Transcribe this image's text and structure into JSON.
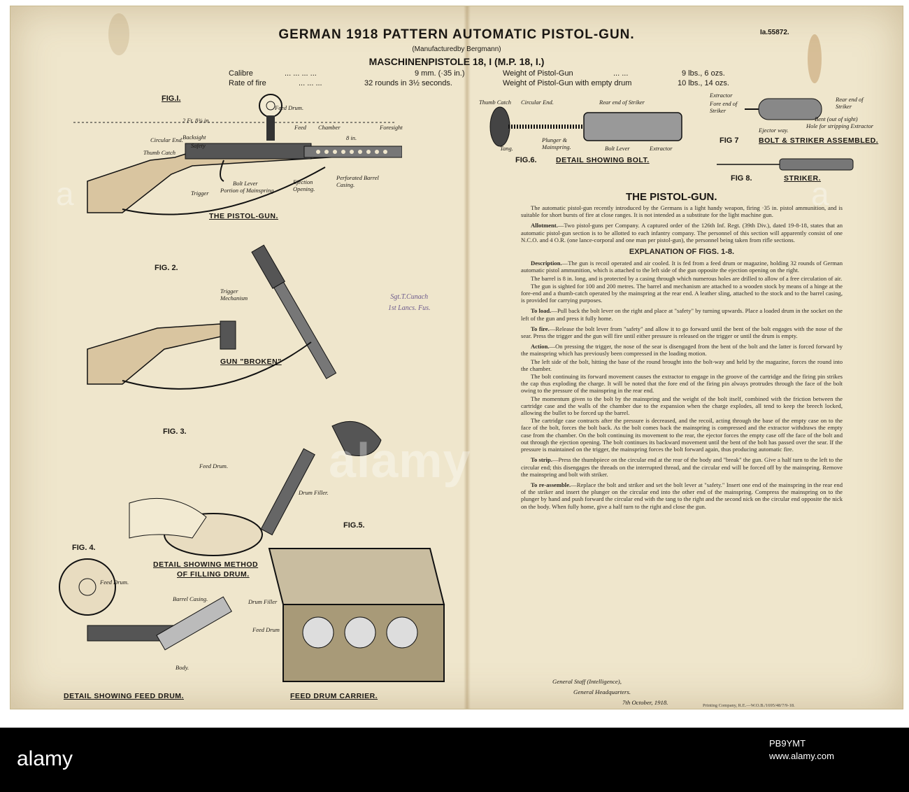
{
  "header": {
    "title": "GERMAN 1918 PATTERN AUTOMATIC PISTOL-GUN.",
    "ref": "Ia.55872.",
    "manufacturer": "(Manufacturedby Bergmann)",
    "model": "MASCHINENPISTOLE 18, I (M.P. 18, I.)",
    "specs": [
      {
        "label": "Calibre",
        "dots": "...  ...  ...  ...",
        "value": "9 mm. (·35 in.)"
      },
      {
        "label": "Rate of fire",
        "dots": "...  ...  ...",
        "value": "32 rounds in 3½ seconds."
      },
      {
        "label": "Weight of Pistol-Gun",
        "dots": "...  ...",
        "value": "9 lbs., 6 ozs."
      },
      {
        "label": "Weight of Pistol-Gun with empty drum",
        "dots": "",
        "value": "10 lbs., 14 ozs."
      }
    ]
  },
  "figures": {
    "fig1": {
      "label": "FIG.I.",
      "caption": "THE PISTOL-GUN.",
      "parts": [
        "Feed Drum.",
        "2 Ft. 8¾ in.",
        "Backsight",
        "Safety",
        "Circular End.",
        "Feed",
        "Chamber",
        "8 in.",
        "Foresight",
        "Thumb Catch",
        "Bolt Lever",
        "Portion of Mainspring",
        "Ejection Opening.",
        "Perforated Barrel Casing.",
        "Trigger"
      ]
    },
    "fig2": {
      "label": "FIG. 2.",
      "caption": "GUN \"BROKEN\"",
      "parts": [
        "Trigger Mechanism"
      ]
    },
    "fig3": {
      "label": "FIG. 3.",
      "caption_line1": "DETAIL SHOWING METHOD",
      "caption_line2": "OF FILLING DRUM.",
      "parts": [
        "Feed Drum.",
        "Drum Filler."
      ]
    },
    "fig4": {
      "label": "FIG. 4.",
      "caption": "DETAIL SHOWING FEED DRUM.",
      "parts": [
        "Feed Drum.",
        "Barrel Casing.",
        "Body."
      ]
    },
    "fig5": {
      "label": "FIG.5.",
      "caption": "FEED DRUM CARRIER.",
      "parts": [
        "Drum Filler",
        "Feed Drum"
      ]
    },
    "fig6": {
      "label": "FIG.6.",
      "caption": "DETAIL SHOWING BOLT.",
      "parts": [
        "Thumb Catch",
        "Circular End.",
        "Rear end of Striker",
        "Plunger & Mainspring.",
        "Tang.",
        "Bolt Lever",
        "Extractor"
      ]
    },
    "fig7": {
      "label": "FIG 7",
      "caption": "BOLT & STRIKER ASSEMBLED.",
      "parts": [
        "Extractor",
        "Fore end of Striker",
        "Ejector way.",
        "Rear end of Striker",
        "Bent (out of sight)",
        "Hole for stripping Extractor"
      ]
    },
    "fig8": {
      "label": "FIG 8.",
      "caption": "STRIKER."
    }
  },
  "stamp": {
    "line1": "Sgt.T.Cunach",
    "line2": "1st Lancs. Fus."
  },
  "body": {
    "title": "THE PISTOL-GUN.",
    "intro": "The automatic pistol-gun recently introduced by the Germans is a light handy weapon, firing ·35 in. pistol ammunition, and is suitable for short bursts of fire at close ranges. It is not intended as a substitute for the light machine gun.",
    "allotment_lead": "Allotment.",
    "allotment": "—Two pistol-guns per Company. A captured order of the 126th Inf. Regt. (39th Div.), dated 19-8-18, states that an automatic pistol-gun section is to be allotted to each infantry company. The personnel of this section will apparently consist of one N.C.O. and 4 O.R. (one lance-corporal and one man per pistol-gun), the personnel being taken from rifle sections.",
    "explanation_heading": "EXPLANATION OF FIGS. 1-8.",
    "description_lead": "Description.",
    "description": "—The gun is recoil operated and air cooled. It is fed from a feed drum or magazine, holding 32 rounds of German automatic pistol ammunition, which is attached to the left side of the gun opposite the ejection opening on the right.",
    "description_2": "The barrel is 8 in. long, and is protected by a casing through which numerous holes are drilled to allow of a free circulation of air.",
    "description_3": "The gun is sighted for 100 and 200 metres. The barrel and mechanism are attached to a wooden stock by means of a hinge at the fore-end and a thumb-catch operated by the mainspring at the rear end. A leather sling, attached to the stock and to the barrel casing, is provided for carrying purposes.",
    "load_lead": "To load.",
    "load": "—Pull back the bolt lever on the right and place at \"safety\" by turning upwards. Place a loaded drum in the socket on the left of the gun and press it fully home.",
    "fire_lead": "To fire.",
    "fire": "—Release the bolt lever from \"safety\" and allow it to go forward until the bent of the bolt engages with the nose of the sear. Press the trigger and the gun will fire until either pressure is released on the trigger or until the drum is empty.",
    "action_lead": "Action.",
    "action": "—On pressing the trigger, the nose of the sear is disengaged from the bent of the bolt and the latter is forced forward by the mainspring which has previously been compressed in the loading motion.",
    "action_2": "The left side of the bolt, hitting the base of the round brought into the bolt-way and held by the magazine, forces the round into the chamber.",
    "action_3": "The bolt continuing its forward movement causes the extractor to engage in the groove of the cartridge and the firing pin strikes the cap thus exploding the charge. It will be noted that the fore end of the firing pin always protrudes through the face of the bolt owing to the pressure of the mainspring in the rear end.",
    "action_4": "The momentum given to the bolt by the mainspring and the weight of the bolt itself, combined with the friction between the cartridge case and the walls of the chamber due to the expansion when the charge explodes, all tend to keep the breech locked, allowing the bullet to be forced up the barrel.",
    "action_5": "The cartridge case contracts after the pressure is decreased, and the recoil, acting through the base of the empty case on to the face of the bolt, forces the bolt back. As the bolt comes back the mainspring is compressed and the extractor withdraws the empty case from the chamber. On the bolt continuing its movement to the rear, the ejector forces the empty case off the face of the bolt and out through the ejection opening. The bolt continues its backward movement until the bent of the bolt has passed over the sear. If the pressure is maintained on the trigger, the mainspring forces the bolt forward again, thus producing automatic fire.",
    "strip_lead": "To strip.",
    "strip": "—Press the thumbpiece on the circular end at the rear of the body and \"break\" the gun. Give a half turn to the left to the circular end; this disengages the threads on the interrupted thread, and the circular end will be forced off by the mainspring. Remove the mainspring and bolt with striker.",
    "reassemble_lead": "To re-assemble.",
    "reassemble": "—Replace the bolt and striker and set the bolt lever at \"safety.\" Insert one end of the mainspring in the rear end of the striker and insert the plunger on the circular end into the other end of the mainspring. Compress the mainspring on to the plunger by hand and push forward the circular end with the tang to the right and the second nick on the circular end opposite the nick on the body. When fully home, give a half turn to the right and close the gun."
  },
  "signoff": {
    "line1": "General Staff (Intelligence),",
    "line2": "General Headquarters.",
    "line3": "7th October, 1918."
  },
  "printer": "Printing Company, R.E.—W.O.B./1695/48/7/9-18.",
  "watermark": {
    "logo": "alamy",
    "band": "a",
    "image_id": "PB9YMT",
    "site": "www.alamy.com"
  }
}
